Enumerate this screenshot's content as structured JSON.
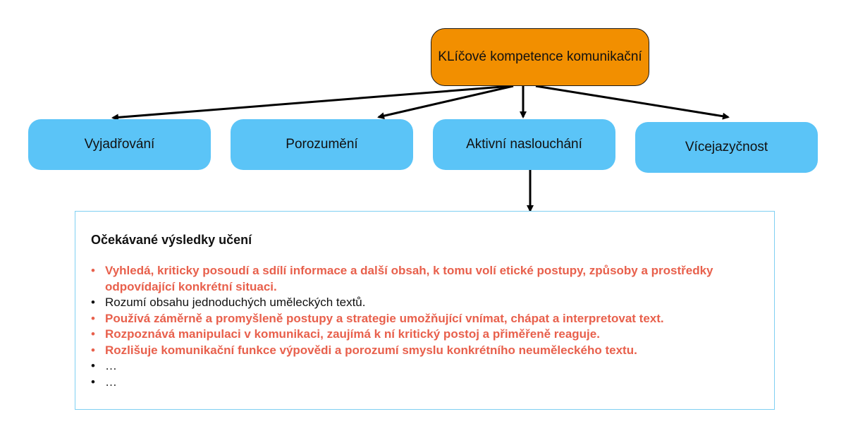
{
  "root": {
    "label": "KLíčové kompetence komunikační",
    "fill": "#f28f00"
  },
  "children_fill": "#5bc4f7",
  "accent_red": "#e8604c",
  "children": [
    {
      "label": "Vyjadřování"
    },
    {
      "label": "Porozumění"
    },
    {
      "label": "Aktivní naslouchání"
    },
    {
      "label": "Vícejazyčnost"
    }
  ],
  "outcomes": {
    "title": "Očekávané výsledky učení",
    "items": [
      {
        "text": "Vyhledá, kriticky posoudí a sdílí informace a další obsah, k tomu volí etické postupy, způsoby a prostředky odpovídající konkrétní situaci.",
        "highlight": true
      },
      {
        "text": "Rozumí obsahu jednoduchých uměleckých textů.",
        "highlight": false
      },
      {
        "text": "Používá záměrně a promyšleně postupy a strategie umožňující vnímat, chápat a interpretovat text.",
        "highlight": true
      },
      {
        "text": "Rozpoznává manipulaci v komunikaci, zaujímá k ní kritický postoj a přiměřeně reaguje.",
        "highlight": true
      },
      {
        "text": "Rozlišuje komunikační funkce výpovědi a porozumí smyslu konkrétního neuměleckého textu.",
        "highlight": true
      },
      {
        "text": "…",
        "highlight": false
      },
      {
        "text": "…",
        "highlight": false
      }
    ]
  }
}
